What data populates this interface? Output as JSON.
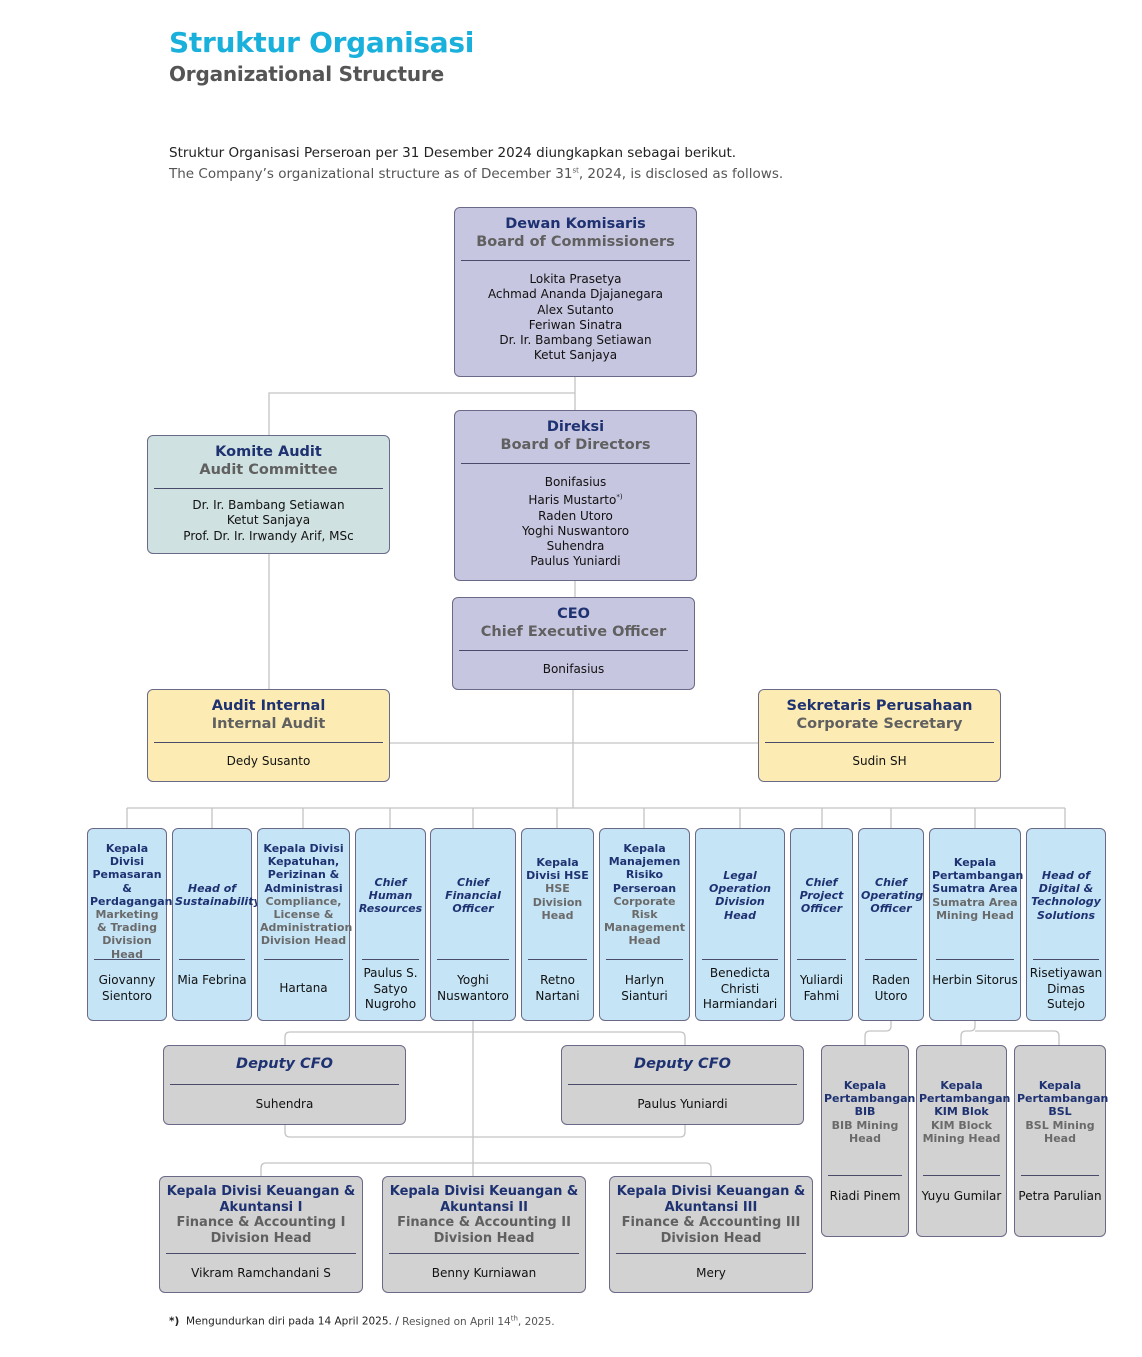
{
  "header": {
    "title_id": "Struktur Organisasi",
    "title_en": "Organizational Structure",
    "intro_id": "Struktur Organisasi Perseroan per 31 Desember 2024 diungkapkan sebagai berikut.",
    "intro_en_pre": "The Company’s organizational structure as of December 31",
    "intro_en_sup": "st",
    "intro_en_post": ", 2024, is disclosed as follows."
  },
  "boc": {
    "title_id": "Dewan Komisaris",
    "title_en": "Board of Commissioners",
    "members": [
      "Lokita Prasetya",
      "Achmad Ananda Djajanegara",
      "Alex Sutanto",
      "Feriwan Sinatra",
      "Dr. Ir. Bambang Setiawan",
      "Ketut Sanjaya"
    ]
  },
  "audit_committee": {
    "title_id": "Komite Audit",
    "title_en": "Audit Committee",
    "members": [
      "Dr. Ir. Bambang Setiawan",
      "Ketut Sanjaya",
      "Prof. Dr. Ir. Irwandy Arif, MSc"
    ]
  },
  "bod": {
    "title_id": "Direksi",
    "title_en": "Board of Directors",
    "members": [
      "Bonifasius",
      "Haris Mustarto",
      "Raden Utoro",
      "Yoghi Nuswantoro",
      "Suhendra",
      "Paulus Yuniardi"
    ],
    "footnote_mark": "*)"
  },
  "ceo": {
    "title_id": "CEO",
    "title_en": "Chief Executive Officer",
    "name": "Bonifasius"
  },
  "internal_audit": {
    "title_id": "Audit Internal",
    "title_en": "Internal Audit",
    "name": "Dedy Susanto"
  },
  "corp_secretary": {
    "title_id": "Sekretaris Perusahaan",
    "title_en": "Corporate Secretary",
    "name": "Sudin SH"
  },
  "divisions": [
    {
      "title_id": "Kepala Divisi Pemasaran & Perdagangan",
      "title_en": "Marketing & Trading Division Head",
      "name": "Giovanny Sientoro"
    },
    {
      "title_id": "Head of Sustainability",
      "title_en": "",
      "name": "Mia Febrina"
    },
    {
      "title_id": "Kepala Divisi Kepatuhan, Perizinan & Administrasi",
      "title_en": "Compliance, License & Administration Division Head",
      "name": "Hartana"
    },
    {
      "title_id": "Chief Human Resources",
      "title_en": "",
      "name": "Paulus S. Satyo Nugroho"
    },
    {
      "title_id": "Chief Financial Officer",
      "title_en": "",
      "name": "Yoghi Nuswantoro"
    },
    {
      "title_id": "Kepala Divisi HSE",
      "title_en": "HSE Division Head",
      "name": "Retno Nartani"
    },
    {
      "title_id": "Kepala Manajemen Risiko Perseroan",
      "title_en": "Corporate Risk Management Head",
      "name": "Harlyn Sianturi"
    },
    {
      "title_id": "Legal Operation Division Head",
      "title_en": "",
      "name": "Benedicta Christi Harmiandari"
    },
    {
      "title_id": "Chief Project Officer",
      "title_en": "",
      "name": "Yuliardi Fahmi"
    },
    {
      "title_id": "Chief Operating Officer",
      "title_en": "",
      "name": "Raden Utoro"
    },
    {
      "title_id": "Kepala Pertambangan Sumatra Area",
      "title_en": "Sumatra Area Mining Head",
      "name": "Herbin Sitorus"
    },
    {
      "title_id": "Head of Digital & Technology Solutions",
      "title_en": "",
      "name": "Risetiyawan Dimas Sutejo"
    }
  ],
  "deputy_cfo": [
    {
      "title": "Deputy CFO",
      "name": "Suhendra"
    },
    {
      "title": "Deputy CFO",
      "name": "Paulus Yuniardi"
    }
  ],
  "finance_divisions": [
    {
      "title_id": "Kepala Divisi Keuangan & Akuntansi I",
      "title_en": "Finance & Accounting I Division Head",
      "name": "Vikram Ramchandani S"
    },
    {
      "title_id": "Kepala Divisi Keuangan & Akuntansi II",
      "title_en": "Finance & Accounting II Division Head",
      "name": "Benny Kurniawan"
    },
    {
      "title_id": "Kepala Divisi Keuangan & Akuntansi III",
      "title_en": "Finance & Accounting III Division Head",
      "name": "Mery"
    }
  ],
  "mining_heads": [
    {
      "title_id": "Kepala Pertambangan BIB",
      "title_en": "BIB Mining Head",
      "name": "Riadi Pinem"
    },
    {
      "title_id": "Kepala Pertambangan KIM Blok",
      "title_en": "KIM Block Mining Head",
      "name": "Yuyu Gumilar"
    },
    {
      "title_id": "Kepala Pertambangan BSL",
      "title_en": "BSL Mining Head",
      "name": "Petra Parulian"
    }
  ],
  "footnote": {
    "mark": "*)",
    "text_id": "Mengundurkan diri pada 14 April 2025.",
    "slash": "/",
    "text_en_pre": "Resigned on April 14",
    "text_en_sup": "th",
    "text_en_post": ", 2025."
  }
}
